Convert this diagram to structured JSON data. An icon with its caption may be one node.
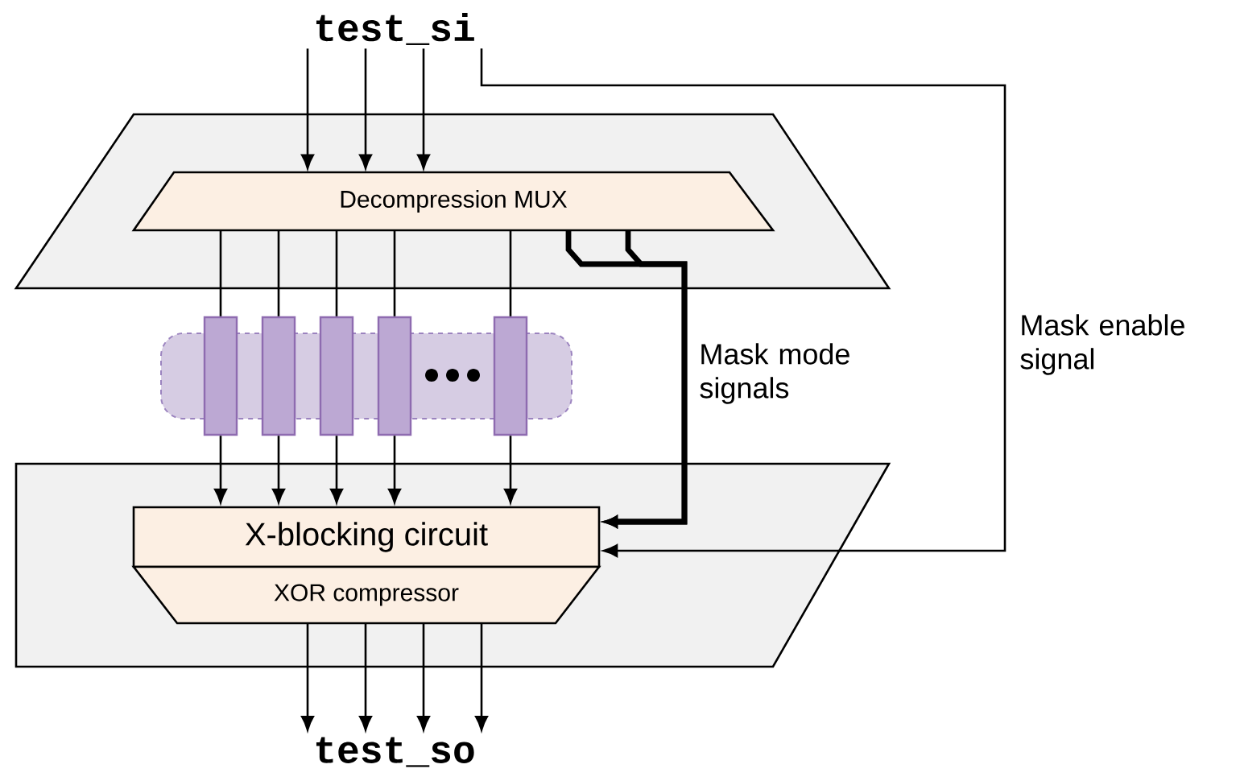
{
  "diagram": {
    "nodes": [
      {
        "text": [
          "test_si"
        ]
      },
      {
        "text": [],
        "shape": "trapezoid"
      },
      {
        "text": [
          "Decompression MUX"
        ],
        "in": 1
      },
      {
        "text": [],
        "shape": "box"
      },
      {
        "text": [],
        "shape": "bar"
      },
      {
        "text": [],
        "shape": "bar"
      },
      {
        "text": [],
        "shape": "bar"
      },
      {
        "text": [],
        "shape": "bar"
      },
      {
        "text": [],
        "shape": "bar"
      },
      {
        "text": [],
        "shape": "trapezoid"
      },
      {
        "text": [
          "X-blocking circuit"
        ],
        "in": 9
      },
      {
        "text": [
          "XOR compressor"
        ],
        "in": 9
      },
      {
        "text": [
          "test_so"
        ]
      }
    ],
    "edges": [
      {
        "from": 0,
        "to": 2,
        "arrow": "to"
      },
      {
        "from": 0,
        "to": 2,
        "arrow": "to"
      },
      {
        "from": 0,
        "to": 2,
        "arrow": "to"
      },
      {
        "from": 0,
        "to": 10,
        "arrow": "to",
        "label": "Mask enable signal"
      },
      {
        "from": 2,
        "to": 4,
        "arrow": "none"
      },
      {
        "from": 2,
        "to": 5,
        "arrow": "none"
      },
      {
        "from": 2,
        "to": 6,
        "arrow": "none"
      },
      {
        "from": 2,
        "to": 7,
        "arrow": "none"
      },
      {
        "from": 2,
        "to": 8,
        "arrow": "none"
      },
      {
        "from": 4,
        "to": 10,
        "arrow": "to"
      },
      {
        "from": 5,
        "to": 10,
        "arrow": "to"
      },
      {
        "from": 6,
        "to": 10,
        "arrow": "to"
      },
      {
        "from": 7,
        "to": 10,
        "arrow": "to"
      },
      {
        "from": 8,
        "to": 10,
        "arrow": "to"
      },
      {
        "from": 2,
        "to": 10,
        "arrow": "to",
        "style": "thick",
        "label": "Mask mode signals"
      },
      {
        "from": 2,
        "to": 10,
        "arrow": "to",
        "style": "thick"
      },
      {
        "from": 11,
        "to": 12,
        "arrow": "to"
      },
      {
        "from": 11,
        "to": 12,
        "arrow": "to"
      },
      {
        "from": 11,
        "to": 12,
        "arrow": "to"
      },
      {
        "from": 11,
        "to": 12,
        "arrow": "to"
      }
    ]
  }
}
